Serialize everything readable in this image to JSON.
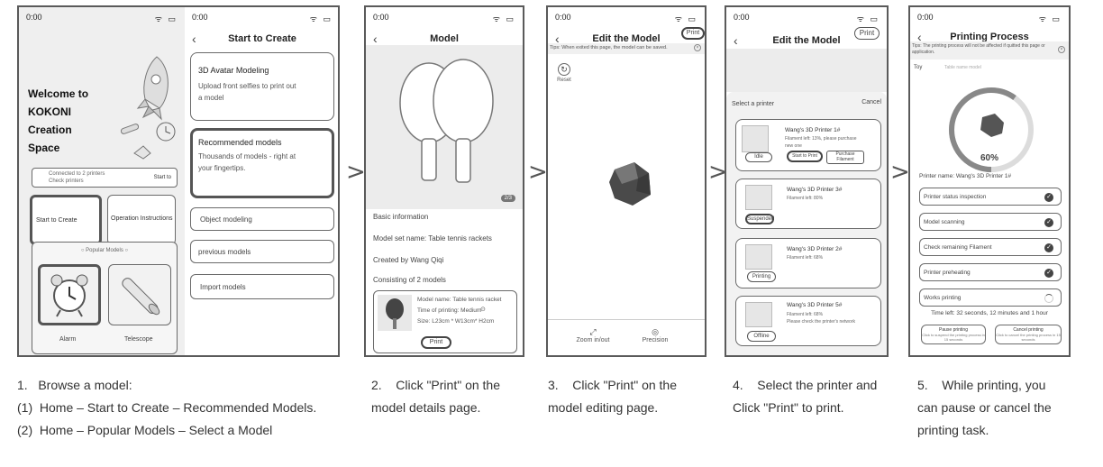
{
  "status": {
    "time": "0:00",
    "icons": "ᯤ ▭"
  },
  "screen1": {
    "welcome": [
      "Welcome to",
      "KOKONI",
      "Creation",
      "Space"
    ],
    "connected": "Connected to 2 printers",
    "check": "Check printers",
    "start_to": "Start to",
    "start_to_create": "Start to Create",
    "operation_instructions": "Operation Instructions",
    "popular_models": "Popular Models",
    "alarm": "Alarm",
    "telescope": "Telescope"
  },
  "screen1b": {
    "title": "Start to Create",
    "avatar_title": "3D Avatar Modeling",
    "avatar_desc1": "Upload front selfies to print out",
    "avatar_desc2": "a model",
    "recommended_title": "Recommended models",
    "recommended_desc1": "Thousands of models - right at",
    "recommended_desc2": "your fingertips.",
    "object_modeling": "Object modeling",
    "previous_models": "previous models",
    "import_models": "Import models"
  },
  "screen2": {
    "title": "Model",
    "page_indicator": "2/3",
    "basic_info": "Basic information",
    "set_name": "Model set name: Table tennis rackets",
    "created_by": "Created by Wang Qiqi",
    "consisting": "Consisting of 2 models",
    "model_name": "Model name: Table tennis racket",
    "time_of_printing": "Time of printing: Medium",
    "size": "Size: L23cm * W13cm* H2cm",
    "print": "Print"
  },
  "screen3": {
    "title": "Edit the Model",
    "print": "Print",
    "tips": "Tips: When exited this page, the model can be saved.",
    "reset": "Reset",
    "zoom": "Zoom in/out",
    "precision": "Precision"
  },
  "screen4": {
    "title": "Edit the Model",
    "print": "Print",
    "select_printer": "Select a printer",
    "cancel": "Cancel",
    "printers": [
      {
        "name": "Wang's 3D Printer 1#",
        "info1": "Filament left: 13%, please purchase",
        "info2": "new one",
        "status": "Idle",
        "action1": "Start to Print",
        "action2": "Purchase Filament"
      },
      {
        "name": "Wang's 3D Printer 3#",
        "info1": "Filament left: 80%",
        "info2": "",
        "status": "Suspended"
      },
      {
        "name": "Wang's 3D Printer 2#",
        "info1": "Filament left: 68%",
        "info2": "",
        "status": "Printing"
      },
      {
        "name": "Wang's 3D Printer 5#",
        "info1": "Filament left: 68%",
        "info2": "Please check the printer's network",
        "status": "Offline"
      }
    ]
  },
  "screen5": {
    "title": "Printing Process",
    "tips": "Tips: The printing process will not be affected if quitted this page or application.",
    "toy": "Toy",
    "toy_name": "Table name model",
    "percent": "60%",
    "progress": 0.6,
    "printer_name": "Printer name: Wang's 3D Printer 1#",
    "steps": [
      {
        "label": "Printer status inspection",
        "done": true
      },
      {
        "label": "Model scanning",
        "done": true
      },
      {
        "label": "Check remaining Filament",
        "done": true
      },
      {
        "label": "Printer preheating",
        "done": true
      },
      {
        "label": "Works printing",
        "done": false
      }
    ],
    "time_left": "Time left: 32 seconds, 12 minutes and 1 hour",
    "pause_title": "Pause printing",
    "pause_desc": "Click to suspend the printing process in 15 seconds",
    "cancel_title": "Cancel printing",
    "cancel_desc": "Click to cancel the printing process in 15 seconds"
  },
  "captions": {
    "c1": [
      "1.   Browse a model:",
      "(1)  Home – Start to Create – Recommended Models.",
      "(2)  Home – Popular Models – Select a Model"
    ],
    "c2": [
      "2.    Click \"Print\" on the",
      "model details page."
    ],
    "c3": [
      "3.    Click \"Print\" on the",
      "model editing page."
    ],
    "c4": [
      "4.    Select the printer and",
      "Click \"Print\" to print."
    ],
    "c5": [
      "5.    While printing, you",
      "can pause or cancel the",
      "printing task."
    ]
  },
  "arrow": ">"
}
